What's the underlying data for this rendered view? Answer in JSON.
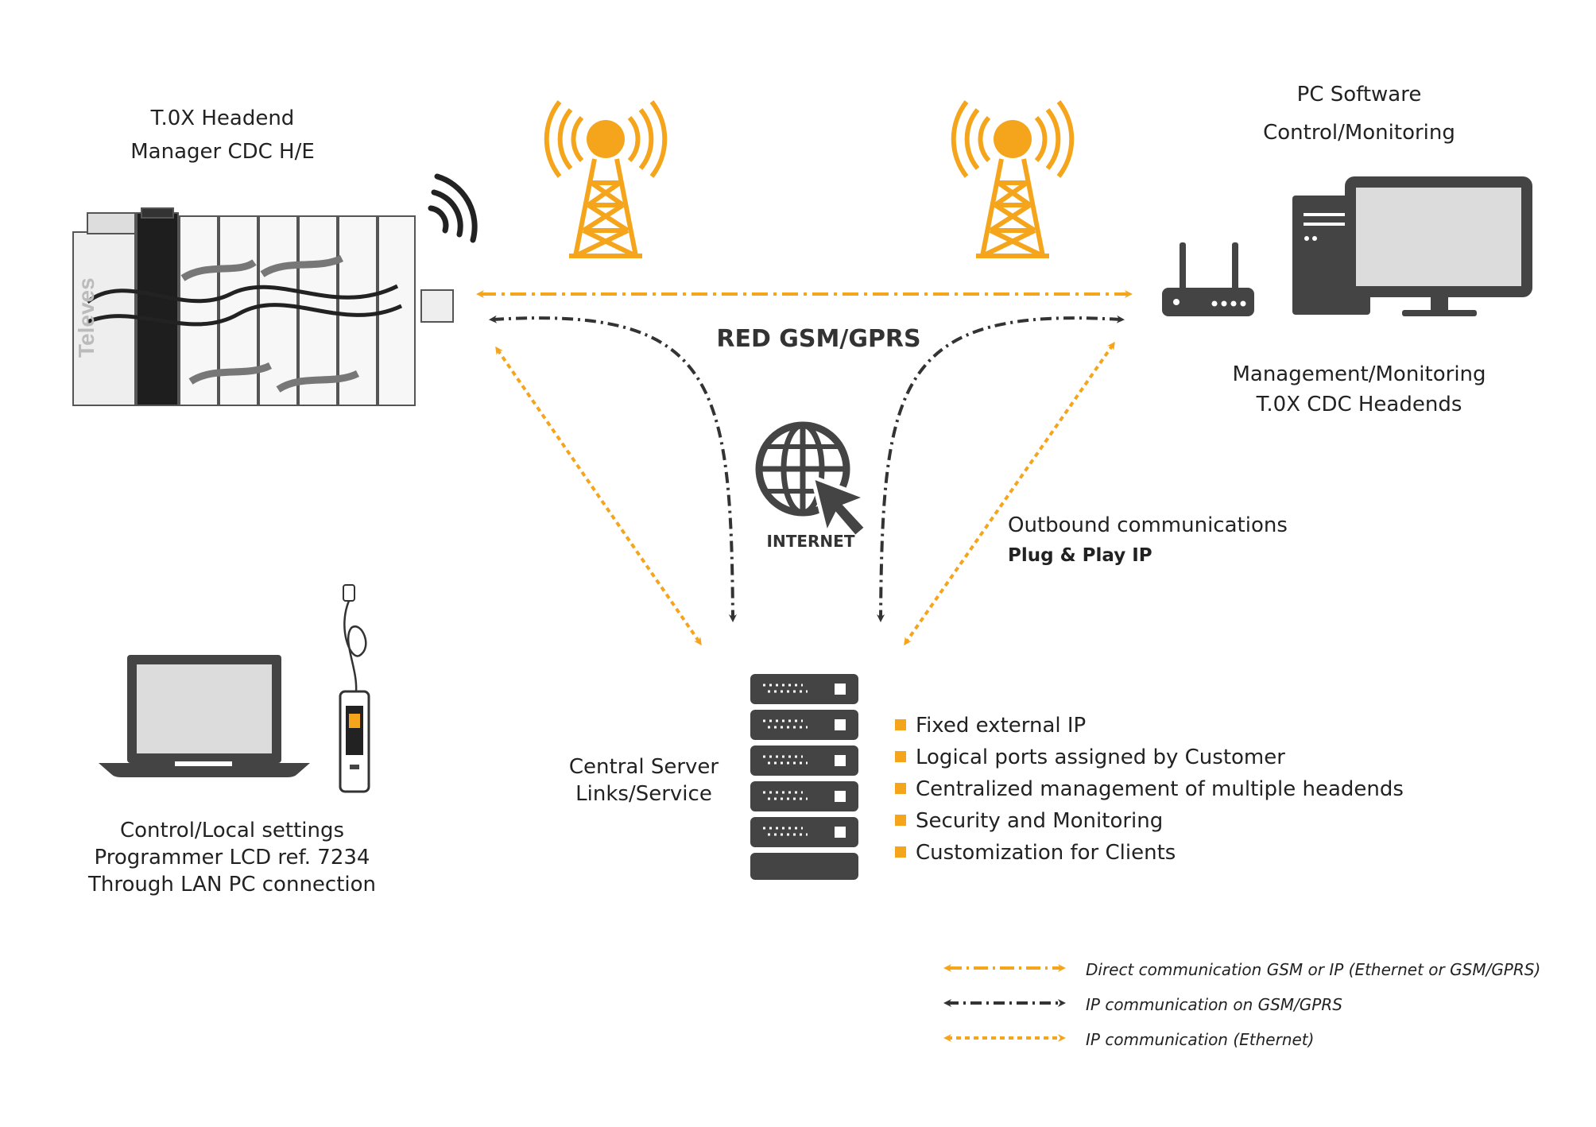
{
  "headend": {
    "line1": "T.0X Headend",
    "line2": "Manager CDC H/E"
  },
  "pc_software": {
    "line1": "PC Software",
    "line2": "Control/Monitoring"
  },
  "management": {
    "line1": "Management/Monitoring",
    "line2": "T.0X CDC Headends"
  },
  "network_label": "RED GSM/GPRS",
  "internet_label": "INTERNET",
  "outbound": {
    "line1": "Outbound communications",
    "line2": "Plug & Play IP"
  },
  "central_server": {
    "line1": "Central Server",
    "line2": "Links/Service"
  },
  "local_settings": {
    "line1": "Control/Local settings",
    "line2": "Programmer LCD ref. 7234",
    "line3": "Through LAN PC connection"
  },
  "features": [
    "Fixed external IP",
    "Logical ports assigned by Customer",
    "Centralized management of multiple headends",
    "Security and Monitoring",
    "Customization for Clients"
  ],
  "legend": [
    {
      "label": "Direct communication GSM or IP (Ethernet or GSM/GPRS)",
      "color": "#F5A51C"
    },
    {
      "label": "IP communication on GSM/GPRS",
      "color": "#333333"
    },
    {
      "label": "IP communication (Ethernet)",
      "color": "#F5A51C"
    }
  ],
  "colors": {
    "accent": "#F5A51C",
    "dark": "#333333",
    "device_gray": "#444444"
  },
  "icons": [
    "headend-device-icon",
    "wifi-icon",
    "antenna-tower-icon",
    "router-icon",
    "desktop-pc-icon",
    "globe-cursor-icon",
    "server-rack-icon",
    "laptop-icon",
    "programmer-icon"
  ]
}
